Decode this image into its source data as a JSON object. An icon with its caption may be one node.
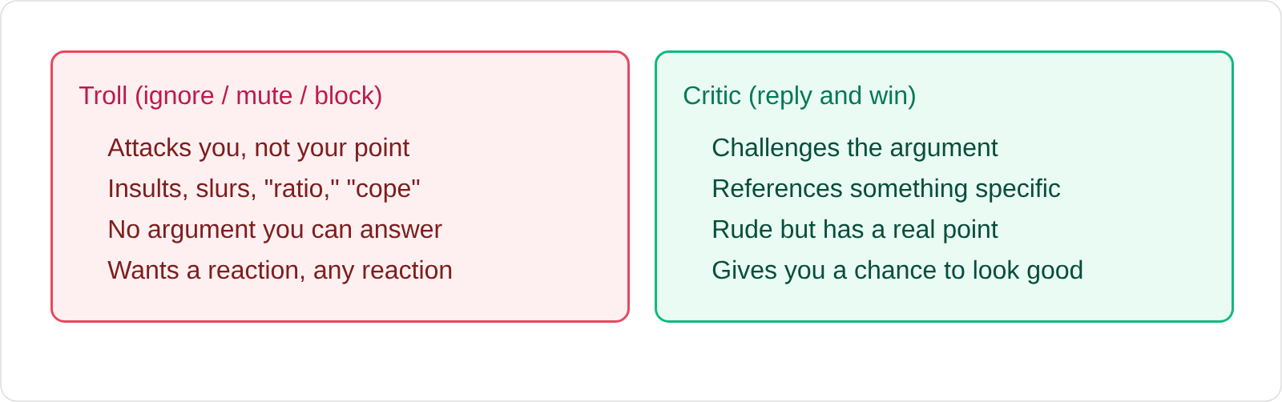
{
  "diagram": {
    "nodes": [
      {
        "text": [
          "Troll (ignore / mute / block)",
          "Attacks you, not your point",
          "Insults, slurs, \"ratio,\" \"cope\"",
          "No argument you can answer",
          "Wants a reaction, any reaction"
        ]
      },
      {
        "text": [
          "Critic (reply and win)",
          "Challenges the argument",
          "References something specific",
          "Rude but has a real point",
          "Gives you a chance to look good"
        ]
      }
    ]
  }
}
